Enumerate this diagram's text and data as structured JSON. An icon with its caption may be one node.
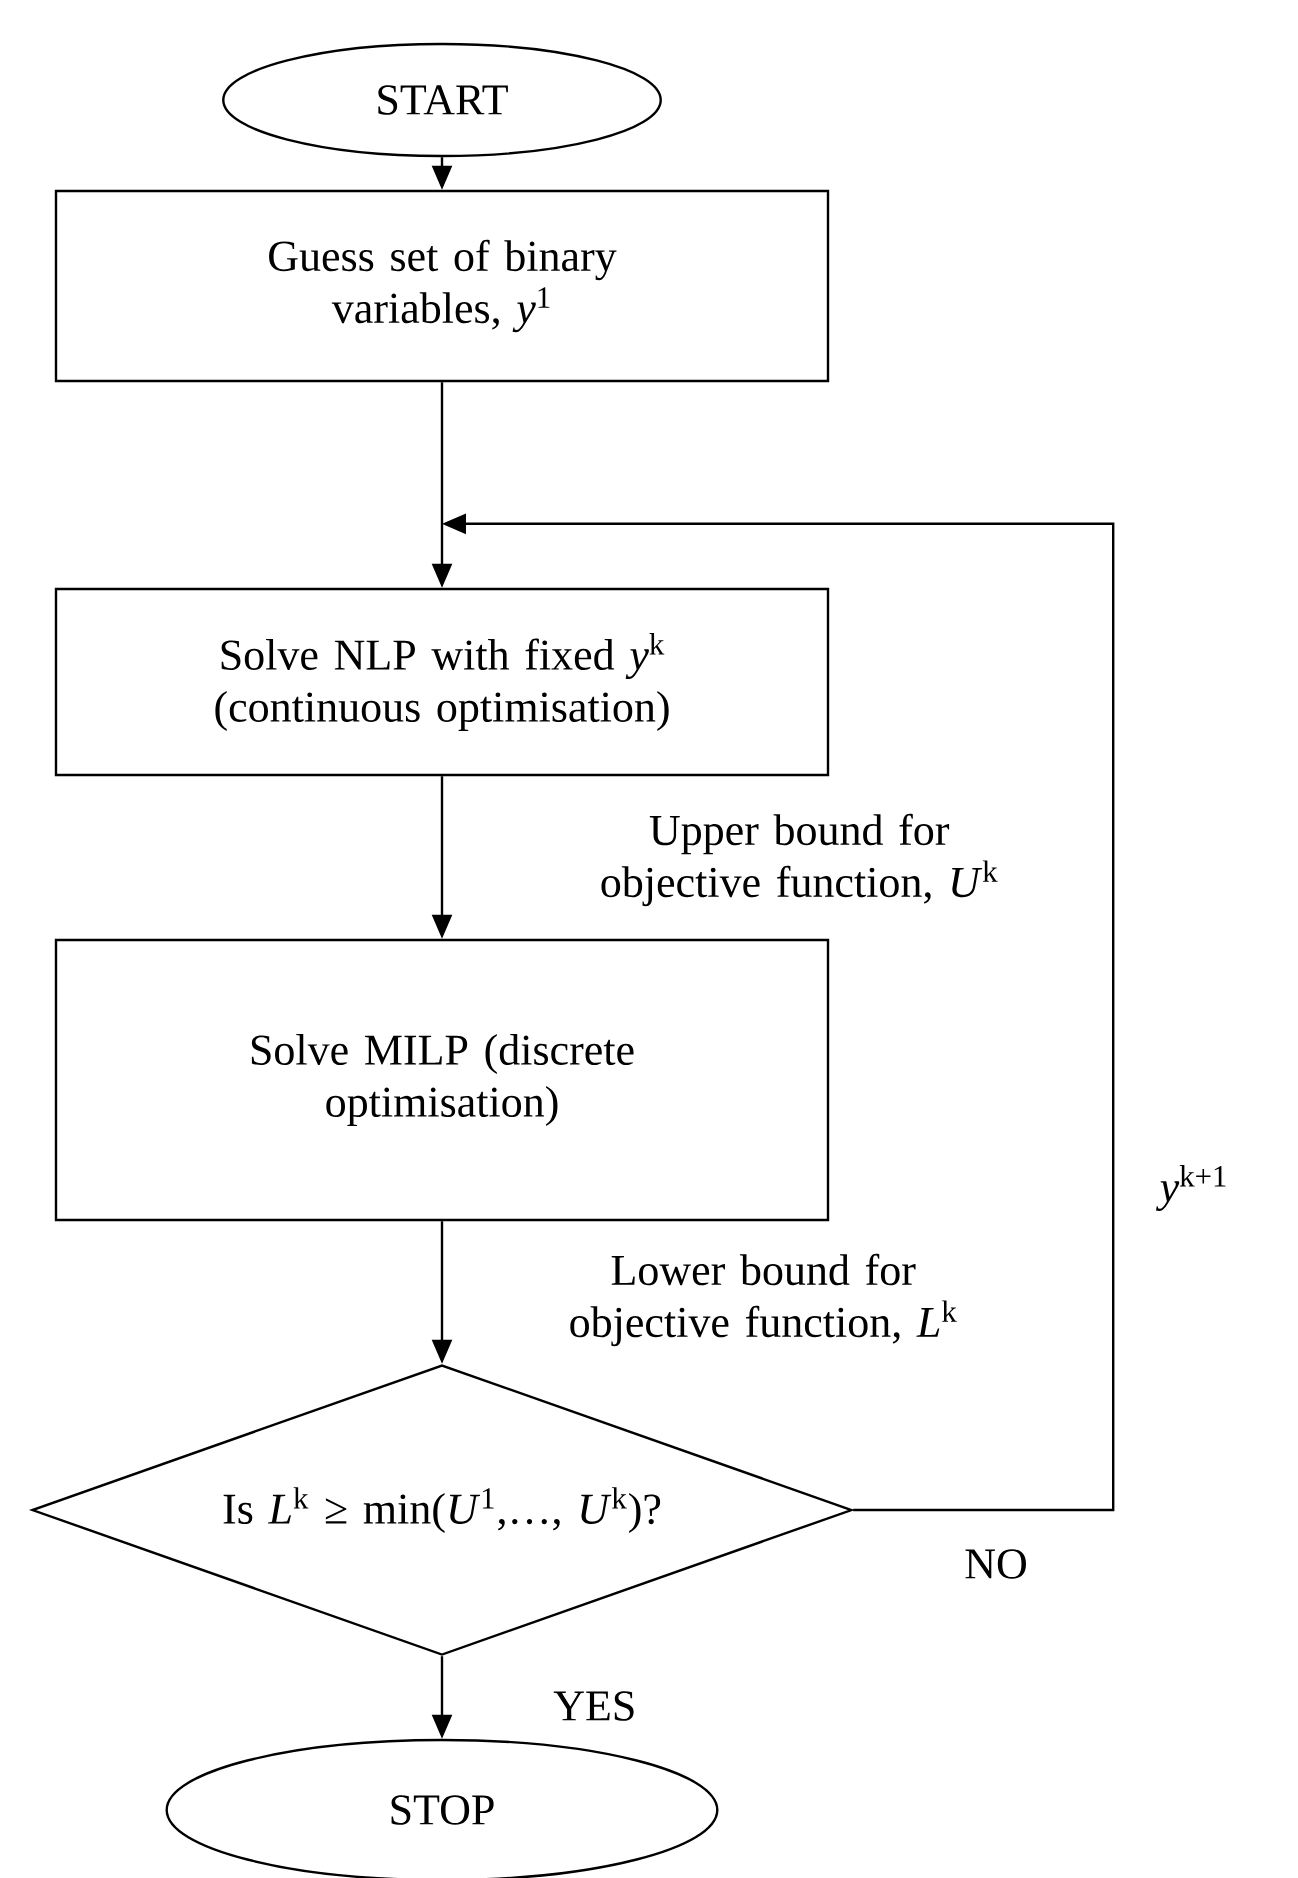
{
  "diagram": {
    "nodes": [
      {
        "text": [
          "START"
        ]
      },
      {
        "text": [
          "Guess set of binary variables, *y*$^{1}$"
        ]
      },
      {
        "text": [
          "Solve NLP with fixed *y*$^{k}$ (continuous optimisation)"
        ]
      },
      {
        "text": [
          "Solve MILP (discrete optimisation)"
        ]
      },
      {
        "text": [
          "Is *L*$^{k}$ ≥ min(*U*$^{1}$,…, *U*$^{k}$)?"
        ]
      },
      {
        "text": [
          "STOP"
        ]
      }
    ],
    "edges": [
      {
        "from": 0,
        "to": 1,
        "arrow": "to"
      },
      {
        "from": 1,
        "to": 2,
        "arrow": "to"
      },
      {
        "from": 2,
        "to": 3,
        "arrow": "to",
        "label": "Upper bound for objective function, *U*$^{k}$"
      },
      {
        "from": 3,
        "to": 4,
        "arrow": "to",
        "label": "Lower bound for objective function, *L*$^{k}$"
      },
      {
        "from": 4,
        "to": 5,
        "arrow": "to",
        "label": "YES"
      },
      {
        "from": 4,
        "to": 2,
        "arrow": "to",
        "label": "NO"
      }
    ],
    "labels": [
      "*y*$^{k+1}$"
    ]
  }
}
